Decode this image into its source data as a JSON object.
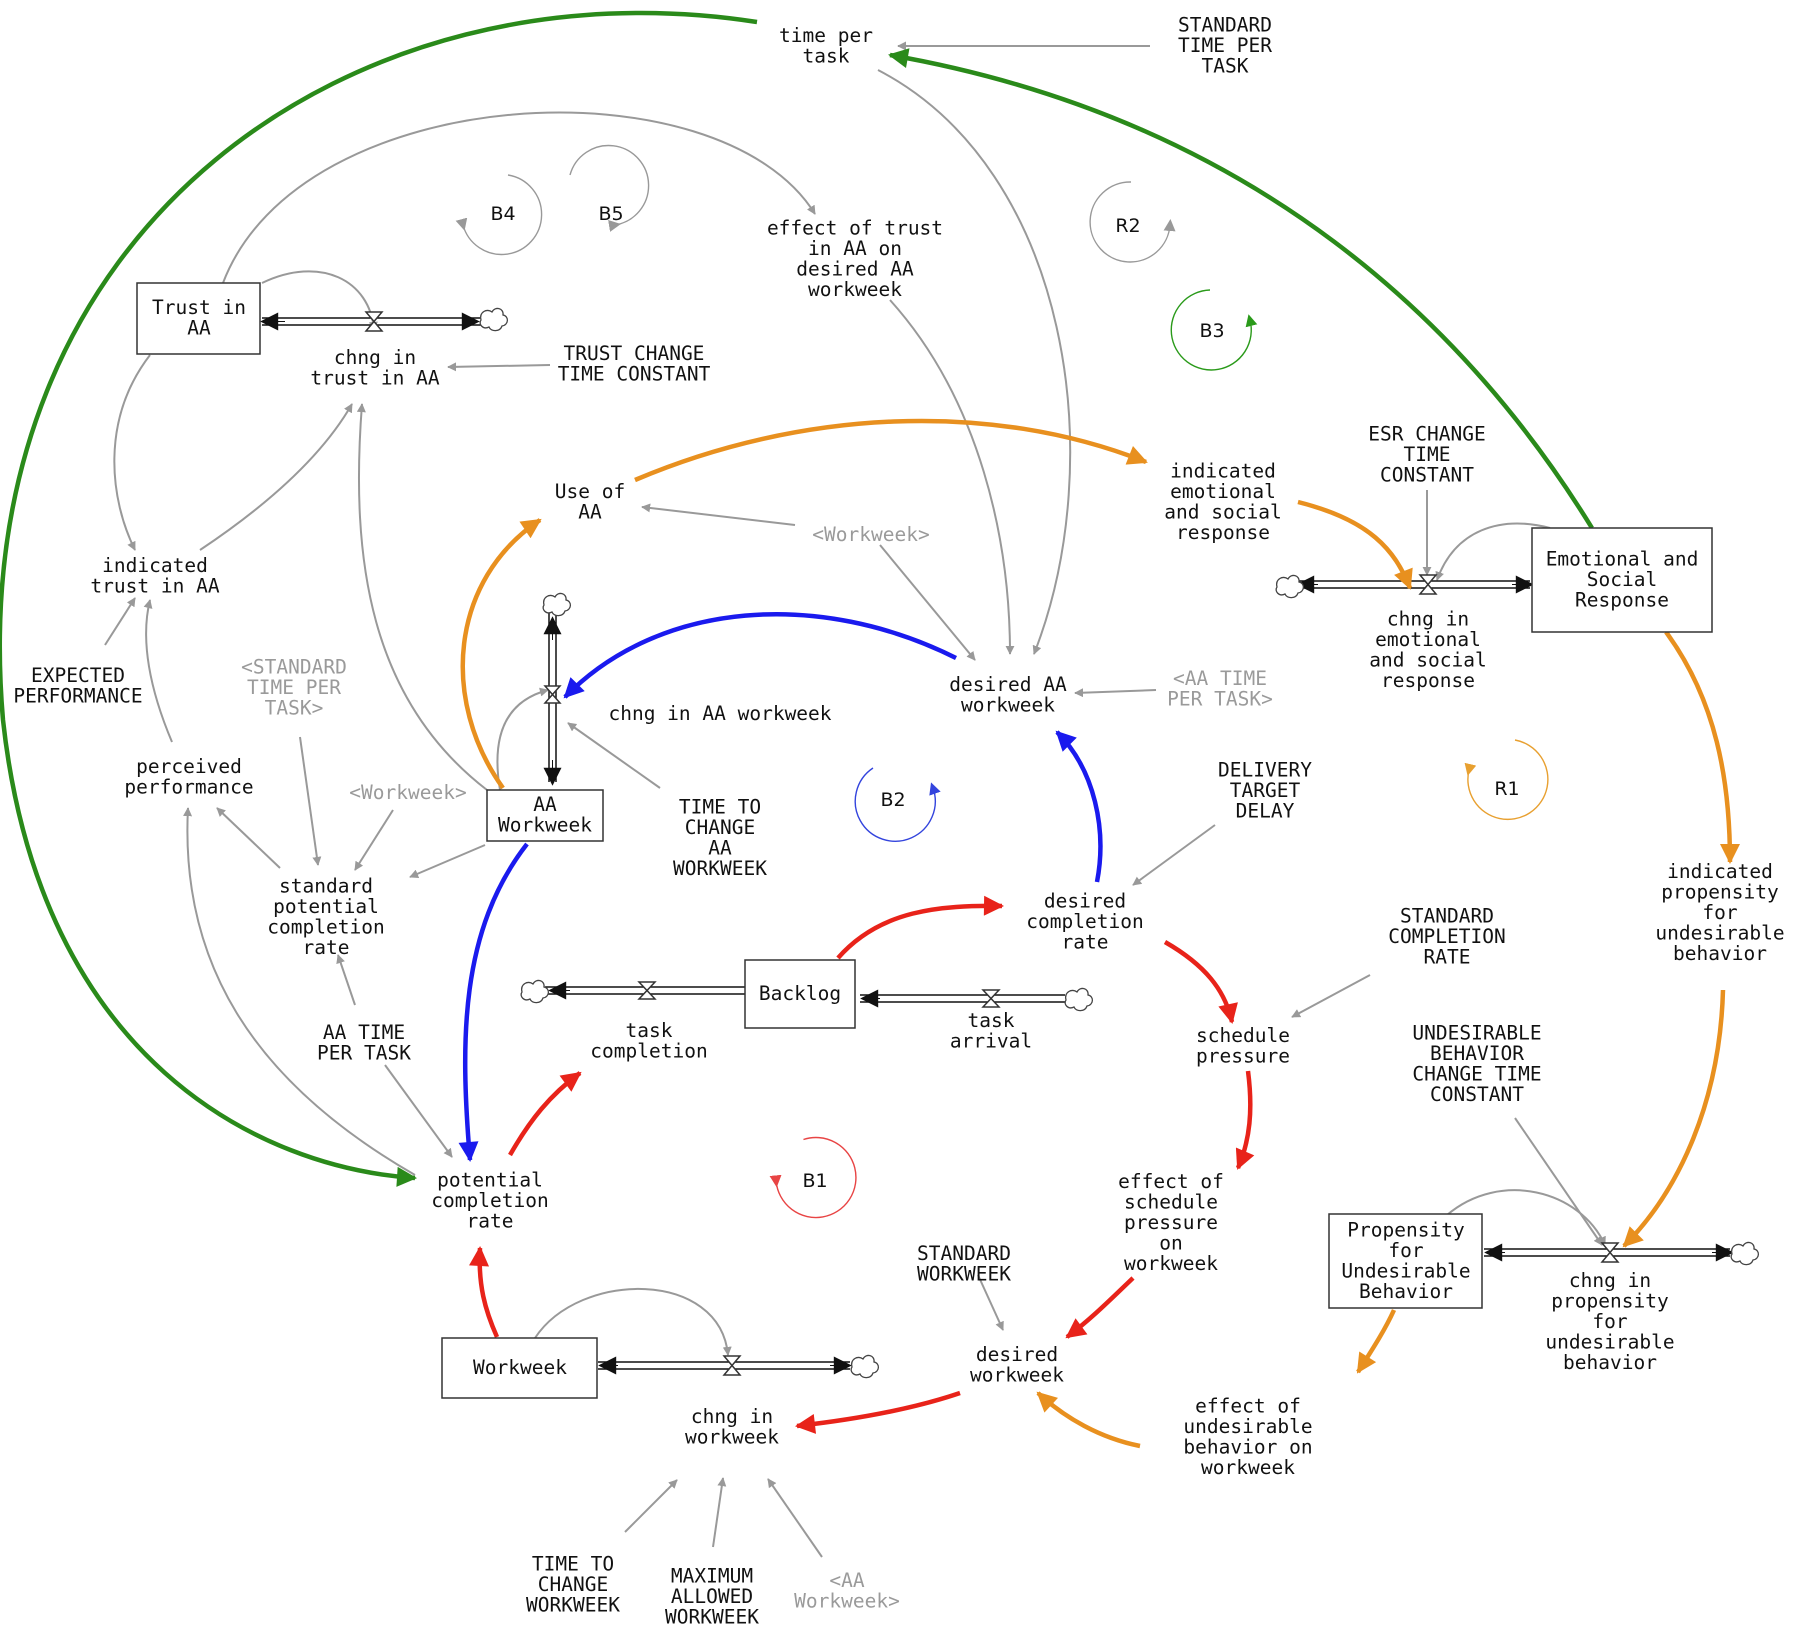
{
  "stocks": {
    "trust_in_aa": [
      "Trust in",
      "AA"
    ],
    "aa_workweek": [
      "AA",
      "Workweek"
    ],
    "backlog": [
      "Backlog"
    ],
    "workweek": [
      "Workweek"
    ],
    "emotional_and_social_response": [
      "Emotional and",
      "Social",
      "Response"
    ],
    "propensity_for_undesirable_behavior": [
      "Propensity",
      "for",
      "Undesirable",
      "Behavior"
    ]
  },
  "flows": {
    "chng_in_trust_in_aa": [
      "chng in",
      "trust in AA"
    ],
    "chng_in_aa_workweek": [
      "chng in AA workweek"
    ],
    "task_completion": [
      "task",
      "completion"
    ],
    "task_arrival": [
      "task",
      "arrival"
    ],
    "chng_in_workweek": [
      "chng in",
      "workweek"
    ],
    "chng_in_emotional_and_social_response": [
      "chng in",
      "emotional",
      "and social",
      "response"
    ],
    "chng_in_propensity_for_undesirable_behavior": [
      "chng in",
      "propensity",
      "for",
      "undesirable",
      "behavior"
    ]
  },
  "variables": {
    "time_per_task": [
      "time per",
      "task"
    ],
    "standard_time_per_task": [
      "STANDARD",
      "TIME PER",
      "TASK"
    ],
    "effect_of_trust_in_aa_on_desired_aa_workweek": [
      "effect of trust",
      "in AA on",
      "desired AA",
      "workweek"
    ],
    "trust_change_time_constant": [
      "TRUST CHANGE",
      "TIME CONSTANT"
    ],
    "indicated_trust_in_aa": [
      "indicated",
      "trust in AA"
    ],
    "expected_performance": [
      "EXPECTED",
      "PERFORMANCE"
    ],
    "perceived_performance": [
      "perceived",
      "performance"
    ],
    "standard_potential_completion_rate": [
      "standard",
      "potential",
      "completion",
      "rate"
    ],
    "aa_time_per_task": [
      "AA TIME",
      "PER TASK"
    ],
    "potential_completion_rate": [
      "potential",
      "completion",
      "rate"
    ],
    "use_of_aa": [
      "Use of",
      "AA"
    ],
    "time_to_change_aa_workweek": [
      "TIME TO",
      "CHANGE",
      "AA",
      "WORKWEEK"
    ],
    "desired_aa_workweek": [
      "desired AA",
      "workweek"
    ],
    "indicated_emotional_and_social_response": [
      "indicated",
      "emotional",
      "and social",
      "response"
    ],
    "esr_change_time_constant": [
      "ESR CHANGE",
      "TIME",
      "CONSTANT"
    ],
    "delivery_target_delay": [
      "DELIVERY",
      "TARGET",
      "DELAY"
    ],
    "desired_completion_rate": [
      "desired",
      "completion",
      "rate"
    ],
    "standard_completion_rate": [
      "STANDARD",
      "COMPLETION",
      "RATE"
    ],
    "schedule_pressure": [
      "schedule",
      "pressure"
    ],
    "effect_of_schedule_pressure_on_workweek": [
      "effect of",
      "schedule",
      "pressure",
      "on",
      "workweek"
    ],
    "indicated_propensity_for_undesirable_behavior": [
      "indicated",
      "propensity",
      "for",
      "undesirable",
      "behavior"
    ],
    "undesirable_behavior_change_time_constant": [
      "UNDESIRABLE",
      "BEHAVIOR",
      "CHANGE TIME",
      "CONSTANT"
    ],
    "standard_workweek": [
      "STANDARD",
      "WORKWEEK"
    ],
    "desired_workweek": [
      "desired",
      "workweek"
    ],
    "effect_of_undesirable_behavior_on_workweek": [
      "effect of",
      "undesirable",
      "behavior on",
      "workweek"
    ],
    "time_to_change_workweek": [
      "TIME TO",
      "CHANGE",
      "WORKWEEK"
    ],
    "maximum_allowed_workweek": [
      "MAXIMUM",
      "ALLOWED",
      "WORKWEEK"
    ]
  },
  "shadow_variables": {
    "standard_time_per_task": [
      "<STANDARD",
      "TIME PER",
      "TASK>"
    ],
    "workweek_1": [
      "<Workweek>"
    ],
    "workweek_2": [
      "<Workweek>"
    ],
    "aa_time_per_task": [
      "<AA TIME",
      "PER TASK>"
    ],
    "aa_workweek": [
      "<AA",
      "Workweek>"
    ]
  },
  "loops": {
    "b1": "B1",
    "b2": "B2",
    "b3": "B3",
    "b4": "B4",
    "b5": "B5",
    "r1": "R1",
    "r2": "R2"
  },
  "colors": {
    "link": "#999999",
    "stock_flow": "#111111",
    "trust_loop": "#2a8a1a",
    "aa_workweek_loop": "#1a1aee",
    "schedule_loop": "#e8231a",
    "behavior_loop": "#e8901f",
    "loop_b3": "#2a9a1a",
    "loop_b2": "#3344dd",
    "loop_b1": "#e84444",
    "loop_r1": "#e8a030",
    "loop_gray": "#999999"
  }
}
